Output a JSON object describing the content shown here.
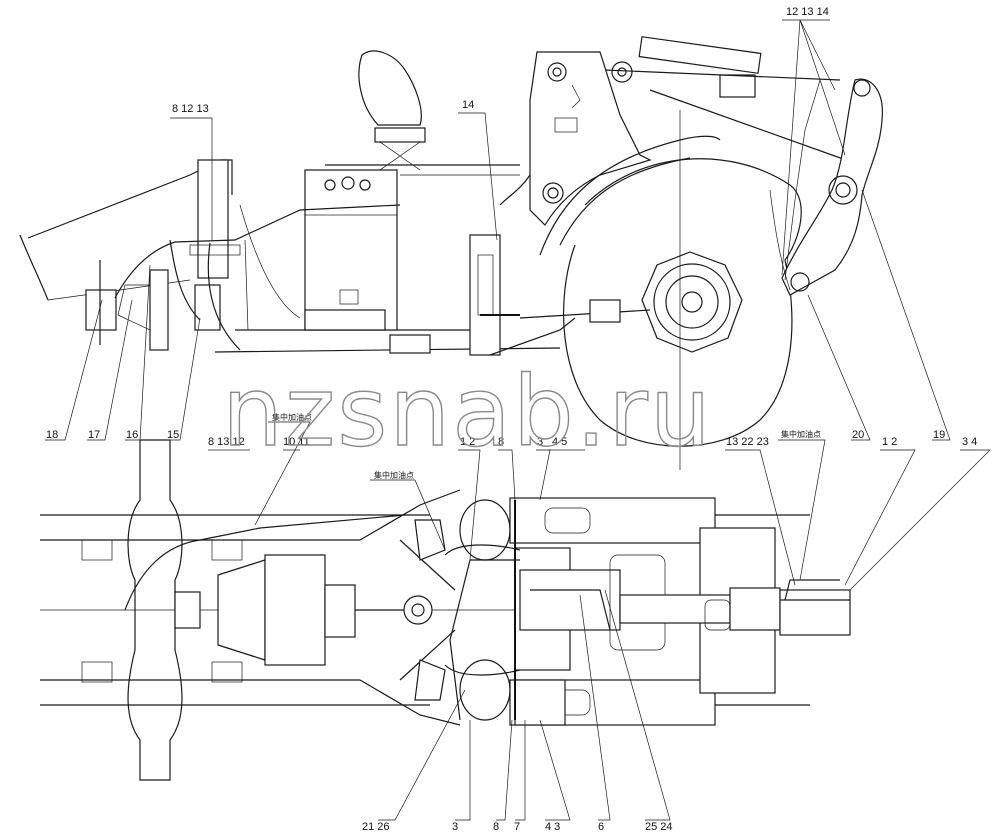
{
  "watermark": "nzsnab.ru",
  "annotation_text": "集中加油点",
  "labels_top": {
    "l_8_12_13": "8 12 13",
    "l_14_mid": "14",
    "l_12_13_14": "12 13 14",
    "l_18": "18",
    "l_17": "17",
    "l_16": "16",
    "l_15": "15",
    "l_20": "20",
    "l_19": "19"
  },
  "labels_mid": {
    "l_8_13_12": "8 13 12",
    "l_10_11": "10 11",
    "l_1_2_a": "1 2",
    "l_8_a": "8",
    "l_3_a": "3",
    "l_4_5": "4 5",
    "l_13_22_23": "13 22 23",
    "l_1_2_b": "1 2",
    "l_3_4": "3 4"
  },
  "labels_bottom": {
    "l_21_26": "21 26",
    "l_3_b": "3",
    "l_8_b": "8",
    "l_7": "7",
    "l_4_3": "4 3",
    "l_6": "6",
    "l_25_24": "25 24"
  }
}
